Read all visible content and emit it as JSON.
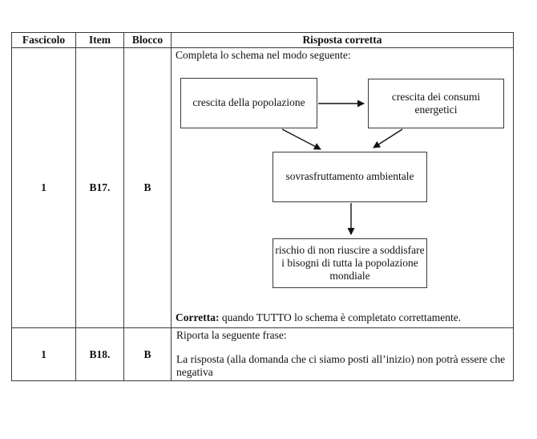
{
  "table": {
    "headers": {
      "fascicolo": "Fascicolo",
      "item": "Item",
      "blocco": "Blocco",
      "risposta": "Risposta corretta"
    },
    "rows": [
      {
        "fascicolo": "1",
        "item": "B17.",
        "blocco": "B",
        "intro": "Completa lo schema nel modo seguente:",
        "diagram": {
          "boxes": {
            "population": "crescita della popolazione",
            "energy": "crescita dei consumi energetici",
            "overexploitation": "sovrasfruttamento ambientale",
            "risk": "rischio di non riuscire a soddisfare i bisogni di tutta la popolazione mondiale"
          },
          "edges": [
            {
              "from": "population",
              "to": "energy"
            },
            {
              "from": "population",
              "to": "overexploitation"
            },
            {
              "from": "energy",
              "to": "overexploitation"
            },
            {
              "from": "overexploitation",
              "to": "risk"
            }
          ]
        },
        "footer": {
          "label": "Corretta:",
          "text": " quando TUTTO lo schema è completato correttamente."
        }
      },
      {
        "fascicolo": "1",
        "item": "B18.",
        "blocco": "B",
        "intro": "Riporta la seguente frase:",
        "quote": "La risposta (alla domanda che ci siamo posti all’inizio) non potrà essere che negativa"
      }
    ]
  },
  "colors": {
    "text": "#111111",
    "border": "#3a3a3a",
    "background": "#ffffff"
  }
}
